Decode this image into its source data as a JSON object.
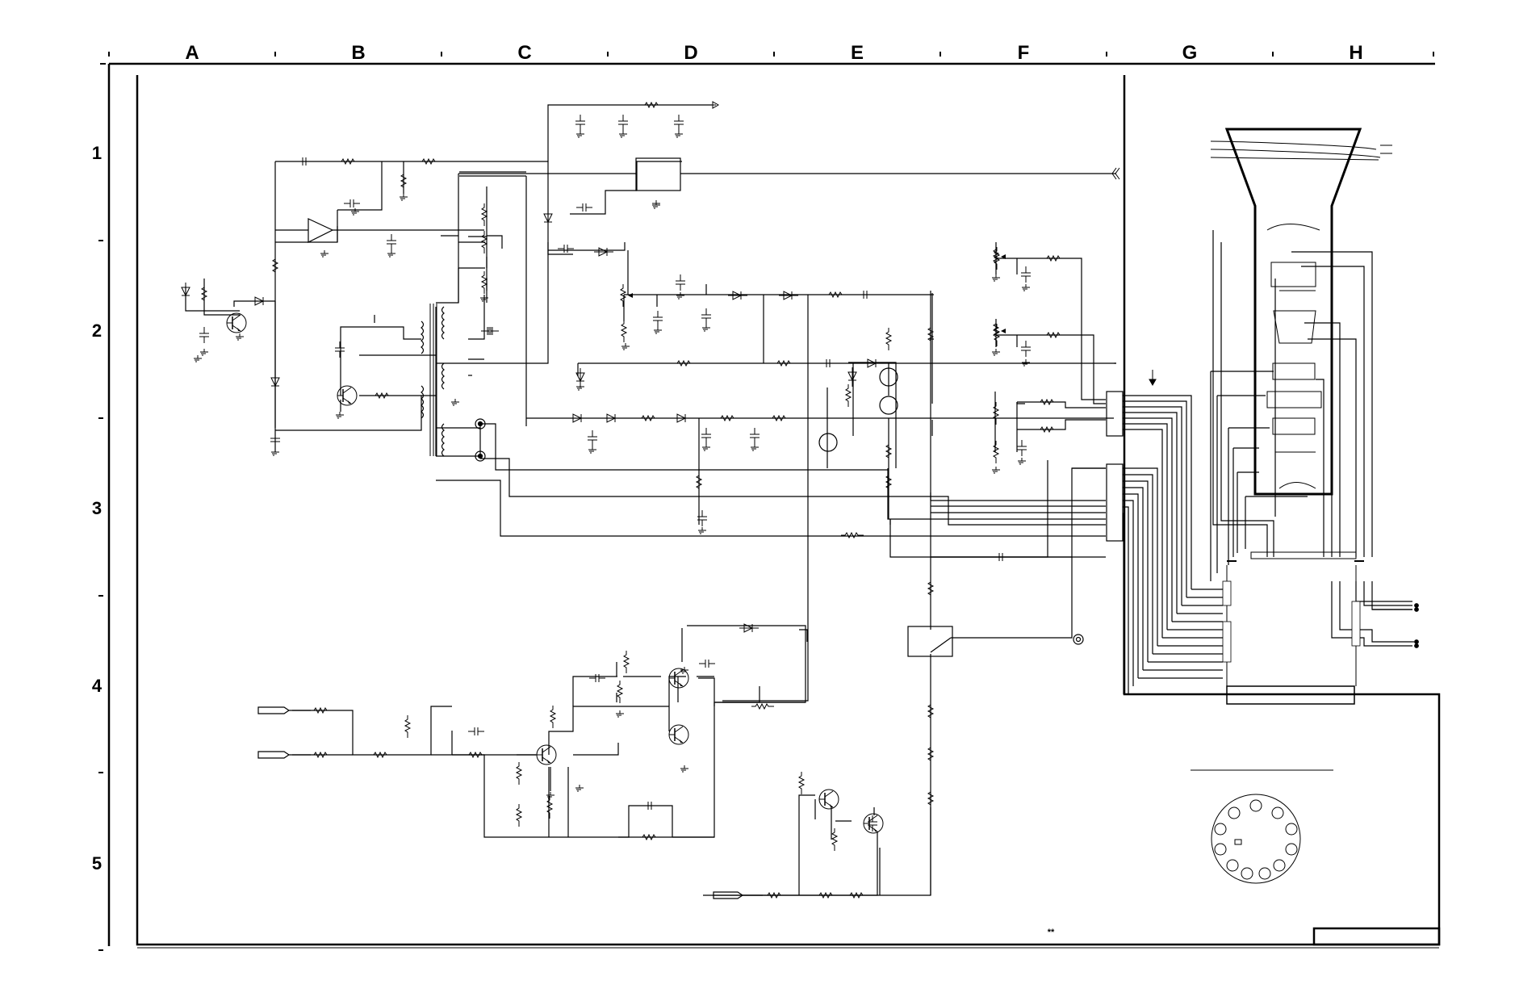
{
  "sheet": {
    "columns": [
      "A",
      "B",
      "C",
      "D",
      "E",
      "F",
      "G",
      "H"
    ],
    "rows": [
      "1",
      "2",
      "3",
      "4",
      "5"
    ],
    "note_mark": "**"
  }
}
